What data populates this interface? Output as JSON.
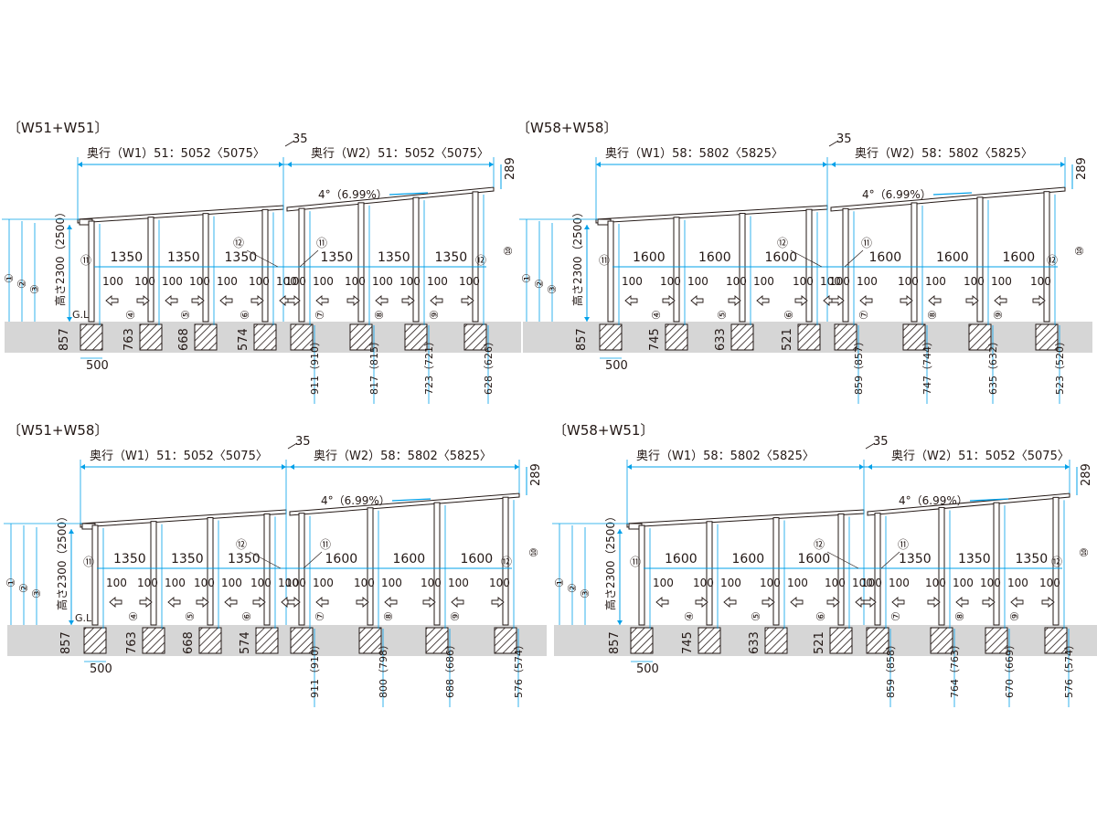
{
  "colors": {
    "dimension": "#00a0e9",
    "ink": "#231815",
    "ground": "#d6d6d6",
    "hatch": "#231815"
  },
  "common": {
    "gap_label": "35",
    "slope_label": "4°（6.99%）",
    "top_dim": "289",
    "height_label": "高さ2300（2500）",
    "gl_label": "G.L",
    "footing_label": "500",
    "spacer_label": "100",
    "circled": {
      "c1": "①",
      "c2": "②",
      "c3": "③",
      "c4": "④",
      "c5": "⑤",
      "c6": "⑥",
      "c7": "⑦",
      "c8": "⑧",
      "c9": "⑨",
      "c10": "⑩",
      "c11": "⑪",
      "c12": "⑫"
    }
  },
  "panels": [
    {
      "title": "〔W51+W51〕",
      "w1_label": "奥行（W1）51：5052〈5075〉",
      "w2_label": "奥行（W2）51：5052〈5075〉",
      "left_spans": [
        "1350",
        "1350",
        "1350"
      ],
      "right_spans": [
        "1350",
        "1350",
        "1350"
      ],
      "left_depths": [
        "857",
        "763",
        "668",
        "574"
      ],
      "right_depths": [
        "911（910）",
        "817（815）",
        "723（721）",
        "628（626）"
      ],
      "left_mid_mark": "⑫",
      "right_mid_mark": "⑪",
      "left_end_mark": "⑪",
      "right_end_mark": "⑫",
      "show_gl": true
    },
    {
      "title": "〔W58+W58〕",
      "w1_label": "奥行（W1）58：5802〈5825〉",
      "w2_label": "奥行（W2）58：5802〈5825〉",
      "left_spans": [
        "1600",
        "1600",
        "1600"
      ],
      "right_spans": [
        "1600",
        "1600",
        "1600"
      ],
      "left_depths": [
        "857",
        "745",
        "633",
        "521"
      ],
      "right_depths": [
        "859（857）",
        "747（744）",
        "635（632）",
        "523（520）"
      ],
      "left_mid_mark": "⑫",
      "right_mid_mark": "⑪",
      "left_end_mark": "⑪",
      "right_end_mark": "⑫",
      "show_gl": false
    },
    {
      "title": "〔W51+W58〕",
      "w1_label": "奥行（W1）51：5052〈5075〉",
      "w2_label": "奥行（W2）58：5802〈5825〉",
      "left_spans": [
        "1350",
        "1350",
        "1350"
      ],
      "right_spans": [
        "1600",
        "1600",
        "1600"
      ],
      "left_depths": [
        "857",
        "763",
        "668",
        "574"
      ],
      "right_depths": [
        "911（910）",
        "800（798）",
        "688（686）",
        "576（574）"
      ],
      "left_mid_mark": "⑫",
      "right_mid_mark": "⑪",
      "left_end_mark": "⑪",
      "right_end_mark": "⑫",
      "show_gl": true
    },
    {
      "title": "〔W58+W51〕",
      "w1_label": "奥行（W1）58：5802〈5825〉",
      "w2_label": "奥行（W2）51：5052〈5075〉",
      "left_spans": [
        "1600",
        "1600",
        "1600"
      ],
      "right_spans": [
        "1350",
        "1350",
        "1350"
      ],
      "left_depths": [
        "857",
        "745",
        "633",
        "521"
      ],
      "right_depths": [
        "859（858）",
        "764（763）",
        "670（669）",
        "576（574）"
      ],
      "left_mid_mark": "⑫",
      "right_mid_mark": "⑪",
      "left_end_mark": "⑪",
      "right_end_mark": "⑫",
      "show_gl": false
    }
  ]
}
